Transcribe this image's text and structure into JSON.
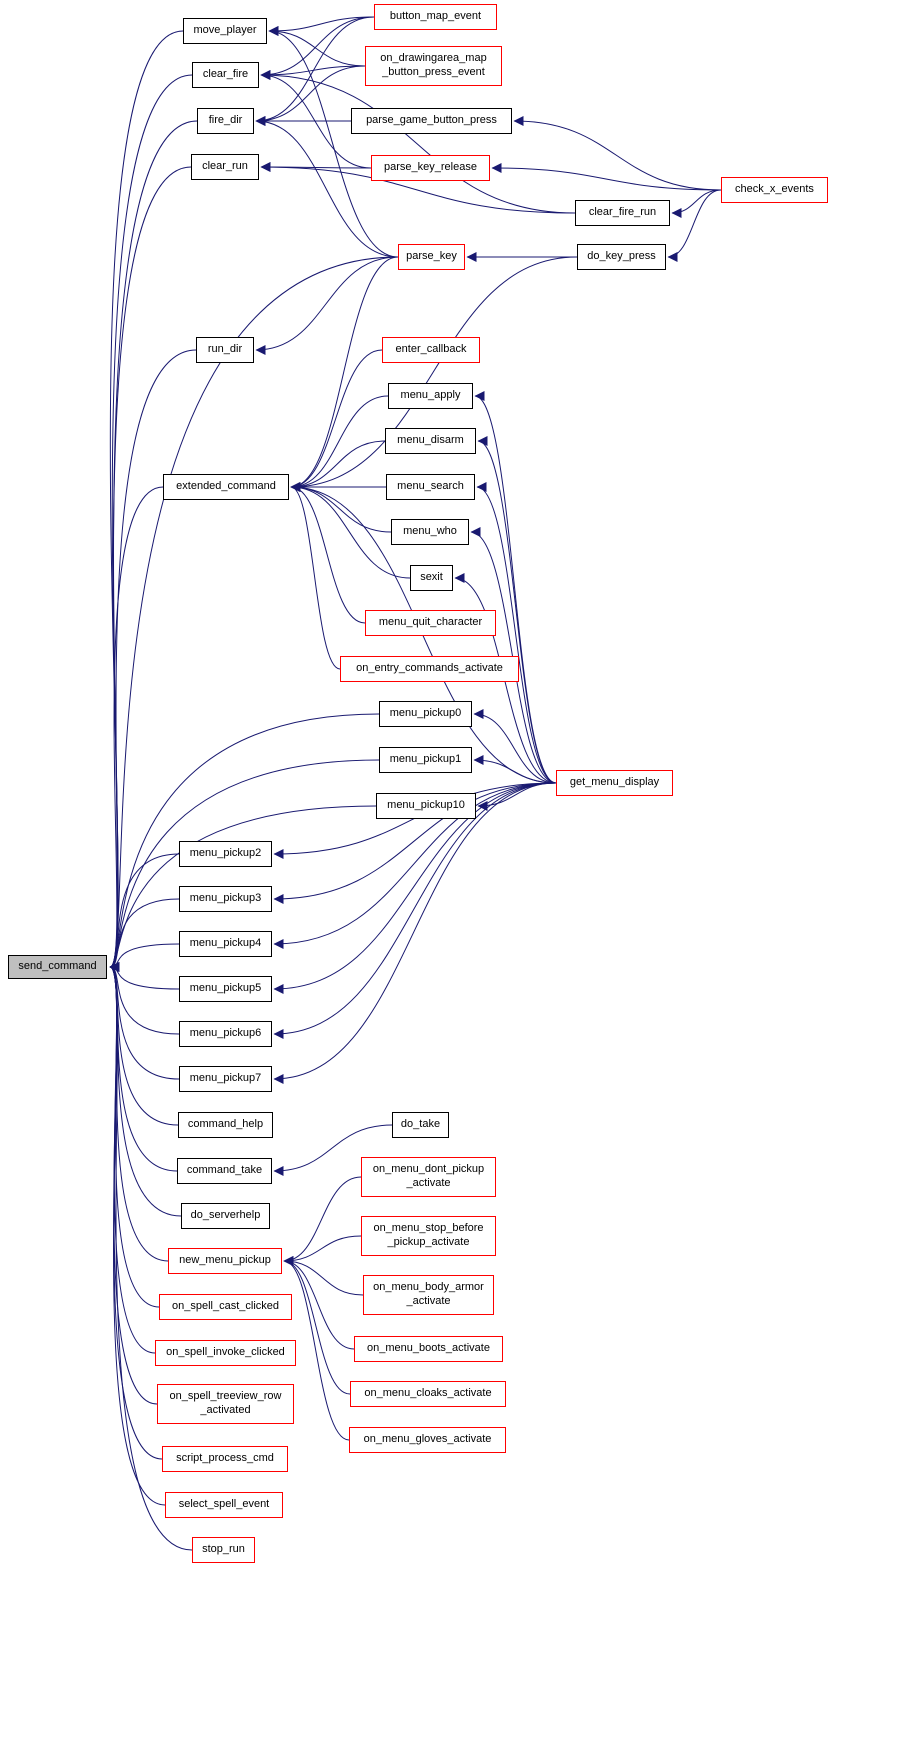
{
  "diagram": {
    "type": "call-graph",
    "focus_function": "send_command",
    "colors": {
      "edge": "#191970",
      "node_border": "#000000",
      "highlight_border": "#ff0000",
      "focus_fill": "#bfbfbf",
      "background": "#ffffff"
    },
    "nodes": [
      {
        "id": "send_command",
        "label": "send_command",
        "style": "focus"
      },
      {
        "id": "move_player",
        "label": "move_player",
        "style": "default"
      },
      {
        "id": "clear_fire",
        "label": "clear_fire",
        "style": "default"
      },
      {
        "id": "fire_dir",
        "label": "fire_dir",
        "style": "default"
      },
      {
        "id": "clear_run",
        "label": "clear_run",
        "style": "default"
      },
      {
        "id": "run_dir",
        "label": "run_dir",
        "style": "default"
      },
      {
        "id": "extended_command",
        "label": "extended_command",
        "style": "default"
      },
      {
        "id": "button_map_event",
        "label": "button_map_event",
        "style": "red"
      },
      {
        "id": "on_drawingarea_map_button_press_event",
        "label": "on_drawingarea_map\n_button_press_event",
        "style": "red"
      },
      {
        "id": "parse_game_button_press",
        "label": "parse_game_button_press",
        "style": "default"
      },
      {
        "id": "parse_key_release",
        "label": "parse_key_release",
        "style": "red"
      },
      {
        "id": "clear_fire_run",
        "label": "clear_fire_run",
        "style": "default"
      },
      {
        "id": "parse_key",
        "label": "parse_key",
        "style": "red"
      },
      {
        "id": "do_key_press",
        "label": "do_key_press",
        "style": "default"
      },
      {
        "id": "check_x_events",
        "label": "check_x_events",
        "style": "red"
      },
      {
        "id": "enter_callback",
        "label": "enter_callback",
        "style": "red"
      },
      {
        "id": "menu_apply",
        "label": "menu_apply",
        "style": "default"
      },
      {
        "id": "menu_disarm",
        "label": "menu_disarm",
        "style": "default"
      },
      {
        "id": "menu_search",
        "label": "menu_search",
        "style": "default"
      },
      {
        "id": "menu_who",
        "label": "menu_who",
        "style": "default"
      },
      {
        "id": "sexit",
        "label": "sexit",
        "style": "default"
      },
      {
        "id": "menu_quit_character",
        "label": "menu_quit_character",
        "style": "red"
      },
      {
        "id": "on_entry_commands_activate",
        "label": "on_entry_commands_activate",
        "style": "red"
      },
      {
        "id": "menu_pickup0",
        "label": "menu_pickup0",
        "style": "default"
      },
      {
        "id": "menu_pickup1",
        "label": "menu_pickup1",
        "style": "default"
      },
      {
        "id": "menu_pickup10",
        "label": "menu_pickup10",
        "style": "default"
      },
      {
        "id": "get_menu_display",
        "label": "get_menu_display",
        "style": "red"
      },
      {
        "id": "menu_pickup2",
        "label": "menu_pickup2",
        "style": "default"
      },
      {
        "id": "menu_pickup3",
        "label": "menu_pickup3",
        "style": "default"
      },
      {
        "id": "menu_pickup4",
        "label": "menu_pickup4",
        "style": "default"
      },
      {
        "id": "menu_pickup5",
        "label": "menu_pickup5",
        "style": "default"
      },
      {
        "id": "menu_pickup6",
        "label": "menu_pickup6",
        "style": "default"
      },
      {
        "id": "menu_pickup7",
        "label": "menu_pickup7",
        "style": "default"
      },
      {
        "id": "command_help",
        "label": "command_help",
        "style": "default"
      },
      {
        "id": "do_take",
        "label": "do_take",
        "style": "default"
      },
      {
        "id": "command_take",
        "label": "command_take",
        "style": "default"
      },
      {
        "id": "do_serverhelp",
        "label": "do_serverhelp",
        "style": "default"
      },
      {
        "id": "new_menu_pickup",
        "label": "new_menu_pickup",
        "style": "red"
      },
      {
        "id": "on_menu_dont_pickup_activate",
        "label": "on_menu_dont_pickup\n_activate",
        "style": "red"
      },
      {
        "id": "on_menu_stop_before_pickup_activate",
        "label": "on_menu_stop_before\n_pickup_activate",
        "style": "red"
      },
      {
        "id": "on_menu_body_armor_activate",
        "label": "on_menu_body_armor\n_activate",
        "style": "red"
      },
      {
        "id": "on_menu_boots_activate",
        "label": "on_menu_boots_activate",
        "style": "red"
      },
      {
        "id": "on_menu_cloaks_activate",
        "label": "on_menu_cloaks_activate",
        "style": "red"
      },
      {
        "id": "on_menu_gloves_activate",
        "label": "on_menu_gloves_activate",
        "style": "red"
      },
      {
        "id": "on_spell_cast_clicked",
        "label": "on_spell_cast_clicked",
        "style": "red"
      },
      {
        "id": "on_spell_invoke_clicked",
        "label": "on_spell_invoke_clicked",
        "style": "red"
      },
      {
        "id": "on_spell_treeview_row_activated",
        "label": "on_spell_treeview_row\n_activated",
        "style": "red"
      },
      {
        "id": "script_process_cmd",
        "label": "script_process_cmd",
        "style": "red"
      },
      {
        "id": "select_spell_event",
        "label": "select_spell_event",
        "style": "red"
      },
      {
        "id": "stop_run",
        "label": "stop_run",
        "style": "red"
      }
    ],
    "edges": [
      {
        "from": "move_player",
        "to": "send_command"
      },
      {
        "from": "clear_fire",
        "to": "send_command"
      },
      {
        "from": "fire_dir",
        "to": "send_command"
      },
      {
        "from": "clear_run",
        "to": "send_command"
      },
      {
        "from": "run_dir",
        "to": "send_command"
      },
      {
        "from": "extended_command",
        "to": "send_command"
      },
      {
        "from": "parse_key",
        "to": "send_command"
      },
      {
        "from": "menu_pickup0",
        "to": "send_command"
      },
      {
        "from": "menu_pickup1",
        "to": "send_command"
      },
      {
        "from": "menu_pickup10",
        "to": "send_command"
      },
      {
        "from": "menu_pickup2",
        "to": "send_command"
      },
      {
        "from": "menu_pickup3",
        "to": "send_command"
      },
      {
        "from": "menu_pickup4",
        "to": "send_command"
      },
      {
        "from": "menu_pickup5",
        "to": "send_command"
      },
      {
        "from": "menu_pickup6",
        "to": "send_command"
      },
      {
        "from": "menu_pickup7",
        "to": "send_command"
      },
      {
        "from": "command_help",
        "to": "send_command"
      },
      {
        "from": "command_take",
        "to": "send_command"
      },
      {
        "from": "do_serverhelp",
        "to": "send_command"
      },
      {
        "from": "new_menu_pickup",
        "to": "send_command"
      },
      {
        "from": "on_spell_cast_clicked",
        "to": "send_command"
      },
      {
        "from": "on_spell_invoke_clicked",
        "to": "send_command"
      },
      {
        "from": "on_spell_treeview_row_activated",
        "to": "send_command"
      },
      {
        "from": "script_process_cmd",
        "to": "send_command"
      },
      {
        "from": "select_spell_event",
        "to": "send_command"
      },
      {
        "from": "stop_run",
        "to": "send_command"
      },
      {
        "from": "button_map_event",
        "to": "move_player"
      },
      {
        "from": "on_drawingarea_map_button_press_event",
        "to": "move_player"
      },
      {
        "from": "parse_key",
        "to": "move_player"
      },
      {
        "from": "button_map_event",
        "to": "clear_fire"
      },
      {
        "from": "on_drawingarea_map_button_press_event",
        "to": "clear_fire"
      },
      {
        "from": "parse_key_release",
        "to": "clear_fire"
      },
      {
        "from": "clear_fire_run",
        "to": "clear_fire"
      },
      {
        "from": "button_map_event",
        "to": "fire_dir"
      },
      {
        "from": "on_drawingarea_map_button_press_event",
        "to": "fire_dir"
      },
      {
        "from": "parse_game_button_press",
        "to": "fire_dir"
      },
      {
        "from": "parse_key",
        "to": "fire_dir"
      },
      {
        "from": "parse_key_release",
        "to": "clear_run"
      },
      {
        "from": "clear_fire_run",
        "to": "clear_run"
      },
      {
        "from": "parse_key",
        "to": "run_dir"
      },
      {
        "from": "check_x_events",
        "to": "parse_game_button_press"
      },
      {
        "from": "check_x_events",
        "to": "parse_key_release"
      },
      {
        "from": "check_x_events",
        "to": "clear_fire_run"
      },
      {
        "from": "check_x_events",
        "to": "do_key_press"
      },
      {
        "from": "do_key_press",
        "to": "parse_key"
      },
      {
        "from": "parse_key",
        "to": "extended_command"
      },
      {
        "from": "do_key_press",
        "to": "extended_command"
      },
      {
        "from": "enter_callback",
        "to": "extended_command"
      },
      {
        "from": "menu_apply",
        "to": "extended_command"
      },
      {
        "from": "menu_disarm",
        "to": "extended_command"
      },
      {
        "from": "menu_search",
        "to": "extended_command"
      },
      {
        "from": "menu_who",
        "to": "extended_command"
      },
      {
        "from": "sexit",
        "to": "extended_command"
      },
      {
        "from": "menu_quit_character",
        "to": "extended_command"
      },
      {
        "from": "on_entry_commands_activate",
        "to": "extended_command"
      },
      {
        "from": "get_menu_display",
        "to": "extended_command"
      },
      {
        "from": "get_menu_display",
        "to": "menu_apply"
      },
      {
        "from": "get_menu_display",
        "to": "menu_disarm"
      },
      {
        "from": "get_menu_display",
        "to": "menu_search"
      },
      {
        "from": "get_menu_display",
        "to": "menu_who"
      },
      {
        "from": "get_menu_display",
        "to": "sexit"
      },
      {
        "from": "get_menu_display",
        "to": "menu_pickup0"
      },
      {
        "from": "get_menu_display",
        "to": "menu_pickup1"
      },
      {
        "from": "get_menu_display",
        "to": "menu_pickup10"
      },
      {
        "from": "get_menu_display",
        "to": "menu_pickup2"
      },
      {
        "from": "get_menu_display",
        "to": "menu_pickup3"
      },
      {
        "from": "get_menu_display",
        "to": "menu_pickup4"
      },
      {
        "from": "get_menu_display",
        "to": "menu_pickup5"
      },
      {
        "from": "get_menu_display",
        "to": "menu_pickup6"
      },
      {
        "from": "get_menu_display",
        "to": "menu_pickup7"
      },
      {
        "from": "do_take",
        "to": "command_take"
      },
      {
        "from": "on_menu_dont_pickup_activate",
        "to": "new_menu_pickup"
      },
      {
        "from": "on_menu_stop_before_pickup_activate",
        "to": "new_menu_pickup"
      },
      {
        "from": "on_menu_body_armor_activate",
        "to": "new_menu_pickup"
      },
      {
        "from": "on_menu_boots_activate",
        "to": "new_menu_pickup"
      },
      {
        "from": "on_menu_cloaks_activate",
        "to": "new_menu_pickup"
      },
      {
        "from": "on_menu_gloves_activate",
        "to": "new_menu_pickup"
      }
    ]
  }
}
